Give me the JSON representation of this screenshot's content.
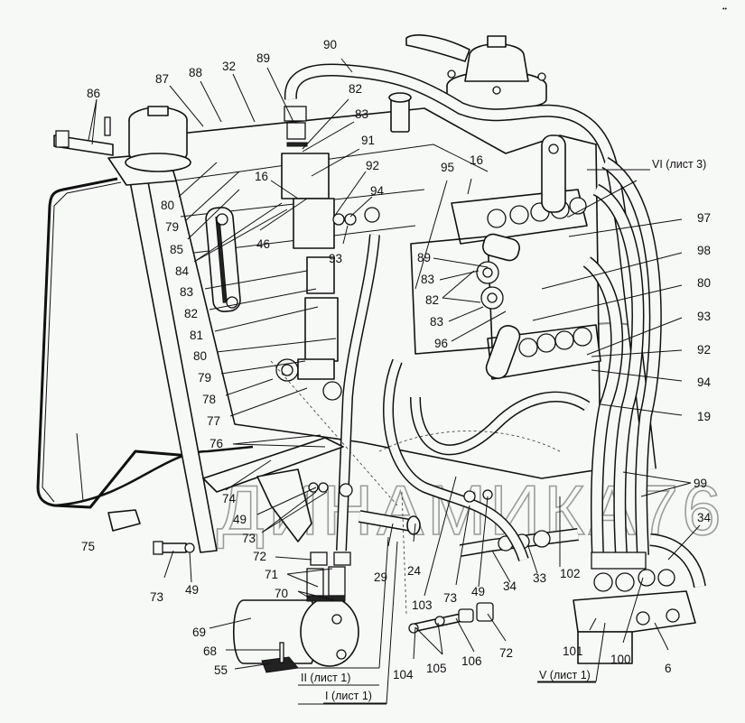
{
  "diagram": {
    "title": "",
    "watermark": "ДИНАМИКА76",
    "corner_mark": "••",
    "callouts": [
      {
        "id": "c86",
        "text": "86"
      },
      {
        "id": "c87",
        "text": "87"
      },
      {
        "id": "c88",
        "text": "88"
      },
      {
        "id": "c32",
        "text": "32"
      },
      {
        "id": "c89a",
        "text": "89"
      },
      {
        "id": "c90",
        "text": "90"
      },
      {
        "id": "c82a",
        "text": "82"
      },
      {
        "id": "c83a",
        "text": "83"
      },
      {
        "id": "c91",
        "text": "91"
      },
      {
        "id": "c92a",
        "text": "92"
      },
      {
        "id": "c94a",
        "text": "94"
      },
      {
        "id": "c16a",
        "text": "16"
      },
      {
        "id": "c80a",
        "text": "80"
      },
      {
        "id": "c79a",
        "text": "79"
      },
      {
        "id": "c85",
        "text": "85"
      },
      {
        "id": "c84",
        "text": "84"
      },
      {
        "id": "c46",
        "text": "46"
      },
      {
        "id": "c93a",
        "text": "93"
      },
      {
        "id": "c83b",
        "text": "83"
      },
      {
        "id": "c82b",
        "text": "82"
      },
      {
        "id": "c81",
        "text": "81"
      },
      {
        "id": "c80b",
        "text": "80"
      },
      {
        "id": "c79b",
        "text": "79"
      },
      {
        "id": "c78",
        "text": "78"
      },
      {
        "id": "c77",
        "text": "77"
      },
      {
        "id": "c76",
        "text": "76"
      },
      {
        "id": "c75",
        "text": "75"
      },
      {
        "id": "c74",
        "text": "74"
      },
      {
        "id": "c49a",
        "text": "49"
      },
      {
        "id": "c73a",
        "text": "73"
      },
      {
        "id": "c73b",
        "text": "73"
      },
      {
        "id": "c49b",
        "text": "49"
      },
      {
        "id": "c72a",
        "text": "72"
      },
      {
        "id": "c71",
        "text": "71"
      },
      {
        "id": "c70",
        "text": "70"
      },
      {
        "id": "c69",
        "text": "69"
      },
      {
        "id": "c68",
        "text": "68"
      },
      {
        "id": "c55",
        "text": "55"
      },
      {
        "id": "c95",
        "text": "95"
      },
      {
        "id": "c16b",
        "text": "16"
      },
      {
        "id": "c97",
        "text": "97"
      },
      {
        "id": "c98",
        "text": "98"
      },
      {
        "id": "c89b",
        "text": "89"
      },
      {
        "id": "c83c",
        "text": "83"
      },
      {
        "id": "c82c",
        "text": "82"
      },
      {
        "id": "c83d",
        "text": "83"
      },
      {
        "id": "c96",
        "text": "96"
      },
      {
        "id": "c80c",
        "text": "80"
      },
      {
        "id": "c93b",
        "text": "93"
      },
      {
        "id": "c92b",
        "text": "92"
      },
      {
        "id": "c94b",
        "text": "94"
      },
      {
        "id": "c19",
        "text": "19"
      },
      {
        "id": "c99",
        "text": "99"
      },
      {
        "id": "c34a",
        "text": "34"
      },
      {
        "id": "c29",
        "text": "29"
      },
      {
        "id": "c24",
        "text": "24"
      },
      {
        "id": "c103",
        "text": "103"
      },
      {
        "id": "c73c",
        "text": "73"
      },
      {
        "id": "c49c",
        "text": "49"
      },
      {
        "id": "c34b",
        "text": "34"
      },
      {
        "id": "c33",
        "text": "33"
      },
      {
        "id": "c102",
        "text": "102"
      },
      {
        "id": "c104",
        "text": "104"
      },
      {
        "id": "c105",
        "text": "105"
      },
      {
        "id": "c106",
        "text": "106"
      },
      {
        "id": "c72b",
        "text": "72"
      },
      {
        "id": "c101",
        "text": "101"
      },
      {
        "id": "c100",
        "text": "100"
      },
      {
        "id": "c6",
        "text": "6"
      }
    ],
    "view_references": [
      {
        "id": "ref-vi",
        "text": "VI (лист 3)"
      },
      {
        "id": "ref-ii",
        "text": "II (лист 1)"
      },
      {
        "id": "ref-i",
        "text": "I (лист 1)"
      },
      {
        "id": "ref-v",
        "text": "V (лист 1)"
      }
    ]
  }
}
